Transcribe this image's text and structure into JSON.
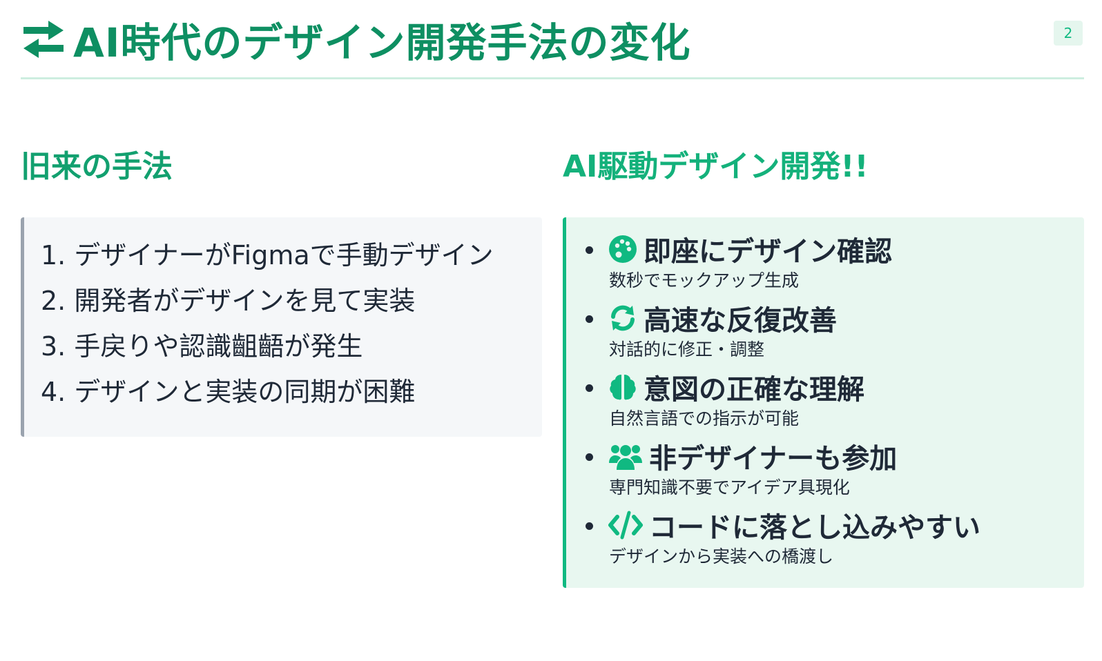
{
  "header": {
    "title": "AI時代のデザイン開発手法の変化",
    "title_icon": "exchange-arrows-icon",
    "page_number": "2"
  },
  "colors": {
    "primary": "#0e8f62",
    "accent": "#10b981",
    "old_box_bg": "#f5f7f9",
    "old_box_border": "#9aa3ae",
    "new_box_bg": "#e8f7f0"
  },
  "old_method": {
    "title": "旧来の手法",
    "items": [
      "1. デザイナーがFigmaで手動デザイン",
      "2. 開発者がデザインを見て実装",
      "3. 手戻りや認識齟齬が発生",
      "4. デザインと実装の同期が困難"
    ]
  },
  "new_method": {
    "title": "AI駆動デザイン開発!!",
    "items": [
      {
        "icon": "palette-icon",
        "title": "即座にデザイン確認",
        "desc": "数秒でモックアップ生成"
      },
      {
        "icon": "sync-icon",
        "title": "高速な反復改善",
        "desc": "対話的に修正・調整"
      },
      {
        "icon": "brain-icon",
        "title": "意図の正確な理解",
        "desc": "自然言語での指示が可能"
      },
      {
        "icon": "users-icon",
        "title": "非デザイナーも参加",
        "desc": "専門知識不要でアイデア具現化"
      },
      {
        "icon": "code-icon",
        "title": "コードに落とし込みやすい",
        "desc": "デザインから実装への橋渡し"
      }
    ]
  }
}
